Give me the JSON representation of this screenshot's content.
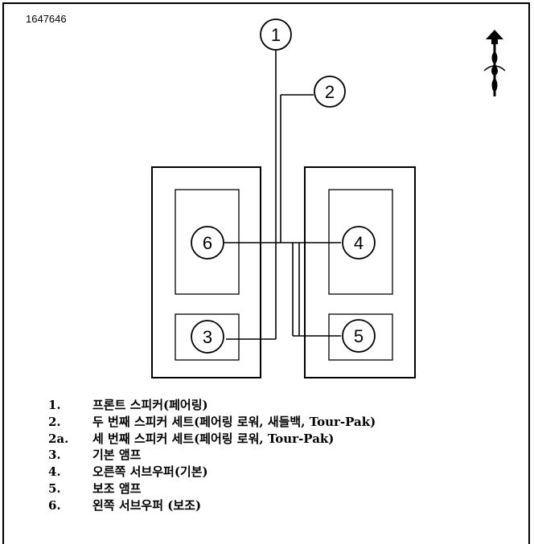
{
  "figure_id": "1647646",
  "callouts": [
    "1",
    "2",
    "3",
    "4",
    "5",
    "6"
  ],
  "legend": [
    {
      "num": "1.",
      "text": "프론트 스피커(페어링)"
    },
    {
      "num": "2.",
      "text": "두 번째 스피커 세트(페어링 로워, 새들백, Tour-Pak)"
    },
    {
      "num": "2a.",
      "text": "세 번째 스피커 세트(페어링 로워, Tour-Pak)"
    },
    {
      "num": "3.",
      "text": "기본 앰프"
    },
    {
      "num": "4.",
      "text": "오른쪽 서브우퍼(기본)"
    },
    {
      "num": "5.",
      "text": "보조 앰프"
    },
    {
      "num": "6.",
      "text": "왼쪽 서브우퍼 (보조)"
    }
  ],
  "icons": {
    "orientation": "vehicle-front-arrow-icon"
  }
}
